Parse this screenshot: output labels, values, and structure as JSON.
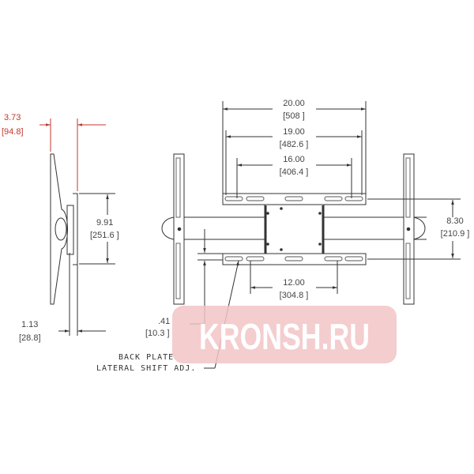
{
  "side_view": {
    "depth_in": "3.73",
    "depth_mm": "[94.8]",
    "height_in": "9.91",
    "height_mm": "[251.6 ]",
    "thickness_in": "1.13",
    "thickness_mm": "[28.8]"
  },
  "front_view": {
    "width_max_in": "20.00",
    "width_max_mm": "[508 ]",
    "width_mid_in": "19.00",
    "width_mid_mm": "[482.6 ]",
    "width_min_in": "16.00",
    "width_min_mm": "[406.4 ]",
    "bracket_spacing_in": "8.30",
    "bracket_spacing_mm": "[210.9 ]",
    "hole_spacing_in": "12.00",
    "hole_spacing_mm": "[304.8 ]",
    "shift_in": ".41",
    "shift_mm": "[10.3 ]",
    "note_line1": "BACK PLATE",
    "note_line2": "LATERAL SHIFT ADJ."
  },
  "watermark": "KRONSH.RU",
  "colors": {
    "line": "#333333",
    "red_dim": "#c0392b",
    "watermark_bg": "#f2c4c6"
  }
}
